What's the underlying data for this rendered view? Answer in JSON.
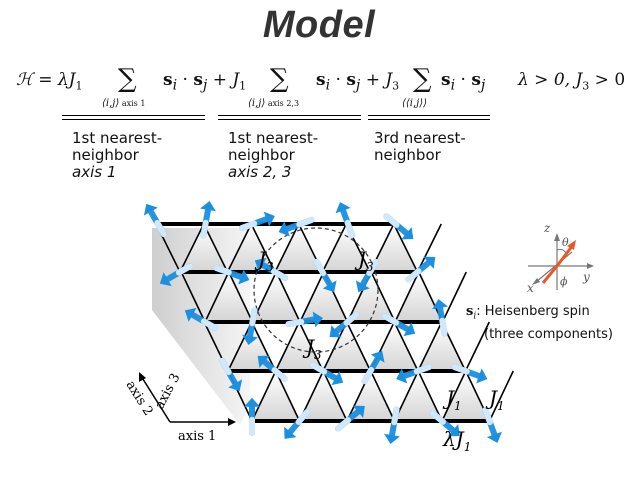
{
  "title": "Model",
  "equation": {
    "lhs": "ℋ = λJ",
    "lhs_sub": "1",
    "sum": "∑",
    "term": "s",
    "dot": " · ",
    "plus_j1": " + J",
    "plus_j1_sub": "1",
    "plus_j3": " + J",
    "plus_j3_sub": "3",
    "sub1_index": "⟨i,j⟩",
    "sub1_axis": "axis 1",
    "sub2_index": "⟨i,j⟩",
    "sub2_axis": "axis 2,3",
    "sub3_index": "⟨⟨i,j⟩⟩",
    "condition": "λ > 0,  J",
    "condition_sub": "3",
    "condition_tail": " > 0"
  },
  "labels": {
    "term1_line1": "1st nearest-",
    "term1_line2": "neighbor",
    "term1_line3": "axis 1",
    "term2_line1": "1st nearest-",
    "term2_line2": "neighbor",
    "term2_line3": "axis 2, 3",
    "term3_line1": "3rd nearest-",
    "term3_line2": "neighbor"
  },
  "lattice": {
    "j3_label": "J",
    "j3_sub": "3",
    "j1_label": "J",
    "j1_sub": "1",
    "lambda_j1": "λJ",
    "lambda_j1_sub": "1",
    "axis1": "axis 1",
    "axis2": "axis 2",
    "axis3": "axis 3"
  },
  "spin_frame": {
    "z": "z",
    "x": "x",
    "y": "y",
    "theta": "θ",
    "phi": "ϕ"
  },
  "spin_note": {
    "symbol": "s",
    "symbol_sub": "i",
    "line1": ": Heisenberg spin",
    "line2": "(three components)"
  },
  "colors": {
    "arrow": "#1b8fe0",
    "arrow_light": "#cfe8fb",
    "spin_vector": "#e8592a",
    "line": "#000000"
  }
}
